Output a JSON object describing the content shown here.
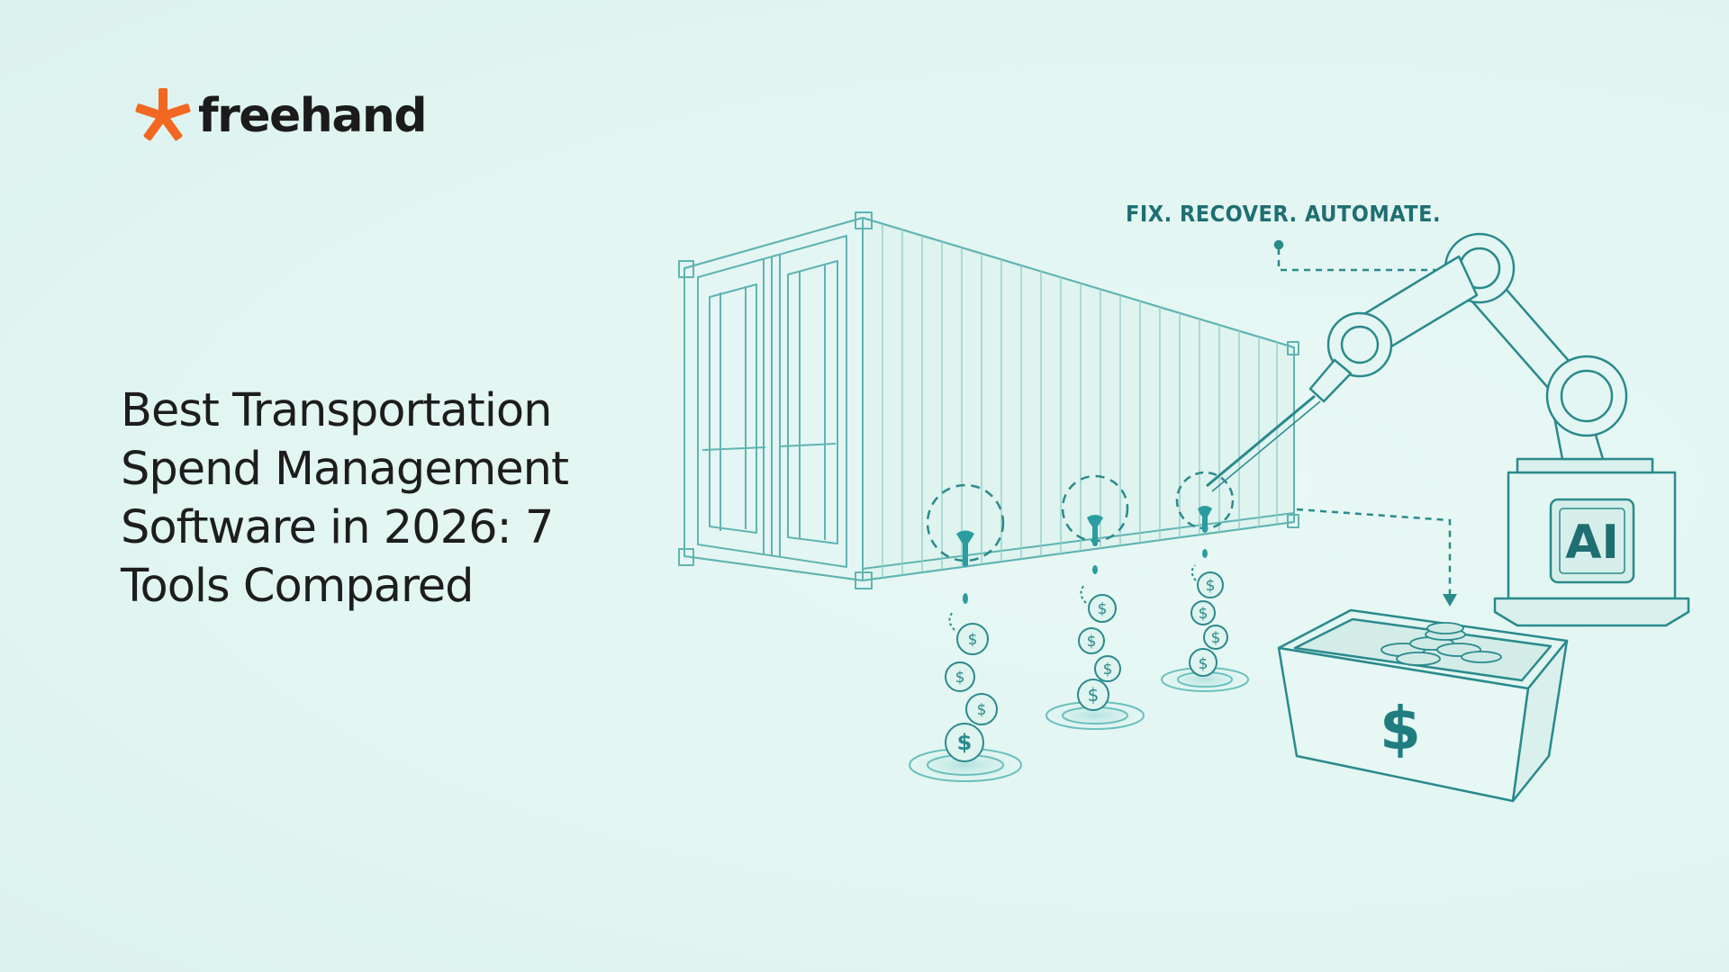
{
  "brand": {
    "name": "freehand",
    "mark_color": "#f26722",
    "logo_icon": "asterisk-logo-icon"
  },
  "headline": {
    "lines": [
      "Best Transportation",
      "Spend Management",
      "Software in 2026: 7",
      "Tools Compared"
    ]
  },
  "illustration": {
    "tagline": "FIX. RECOVER. AUTOMATE.",
    "robot_label": "AI",
    "bin_symbol": "$",
    "coin_symbol": "$",
    "line_color": "#2a8a8c",
    "accent_color": "#1f7d80"
  }
}
